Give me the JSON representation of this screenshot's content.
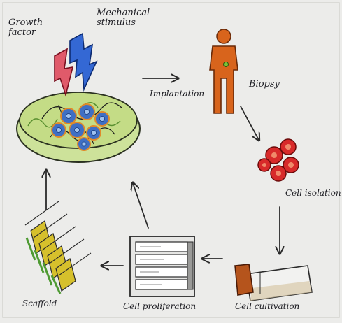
{
  "diagram": {
    "labels": {
      "growth_factor": "Growth factor",
      "mechanical_stimulus": "Mechanical stimulus",
      "implantation": "Implantation",
      "biopsy": "Biopsy",
      "cell_isolation": "Cell isolation",
      "cell_cultivation": "Cell cultivation",
      "cell_proliferation": "Cell proliferation",
      "scaffold": "Scaffold"
    },
    "colors": {
      "paper": "#ececea",
      "dish_green": "#c4dc86",
      "dish_outline": "#2a3020",
      "cell_blue": "#3f6fc4",
      "cell_orange_ring": "#e08a2a",
      "growth_factor_red": "#d84a5c",
      "mech_stimulus_blue": "#2e64d0",
      "person_orange": "#d8641c",
      "isolated_cell_red": "#d82a2a",
      "flask_brown": "#b5541c",
      "scaffold_yellow": "#d6c02c",
      "scaffold_green": "#4e9a32",
      "arrow": "#2a2a2a"
    }
  }
}
